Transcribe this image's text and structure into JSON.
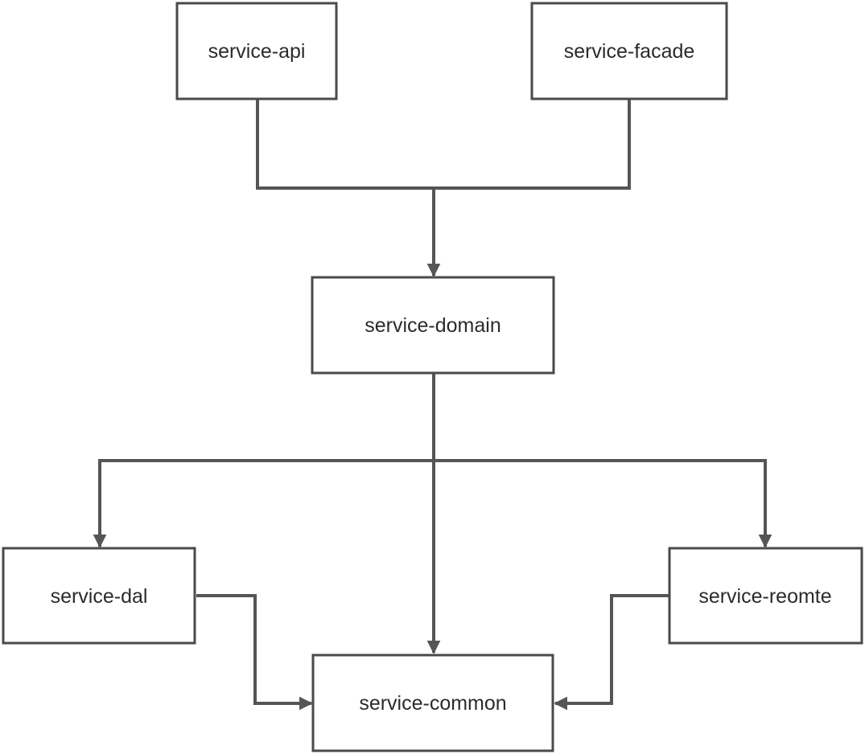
{
  "colors": {
    "box_stroke": "#4a4a4a",
    "edge_stroke": "#555555",
    "text": "#2b2b2b",
    "background": "#ffffff"
  },
  "nodes": {
    "api": {
      "label": "service-api"
    },
    "facade": {
      "label": "service-facade"
    },
    "domain": {
      "label": "service-domain"
    },
    "dal": {
      "label": "service-dal"
    },
    "remote": {
      "label": "service-reomte"
    },
    "common": {
      "label": "service-common"
    }
  },
  "edges": [
    {
      "from": [
        "api",
        "facade"
      ],
      "to": "domain"
    },
    {
      "from": [
        "domain"
      ],
      "to": "dal"
    },
    {
      "from": [
        "domain"
      ],
      "to": "common"
    },
    {
      "from": [
        "domain"
      ],
      "to": "remote"
    },
    {
      "from": [
        "dal"
      ],
      "to": "common"
    },
    {
      "from": [
        "remote"
      ],
      "to": "common"
    }
  ]
}
